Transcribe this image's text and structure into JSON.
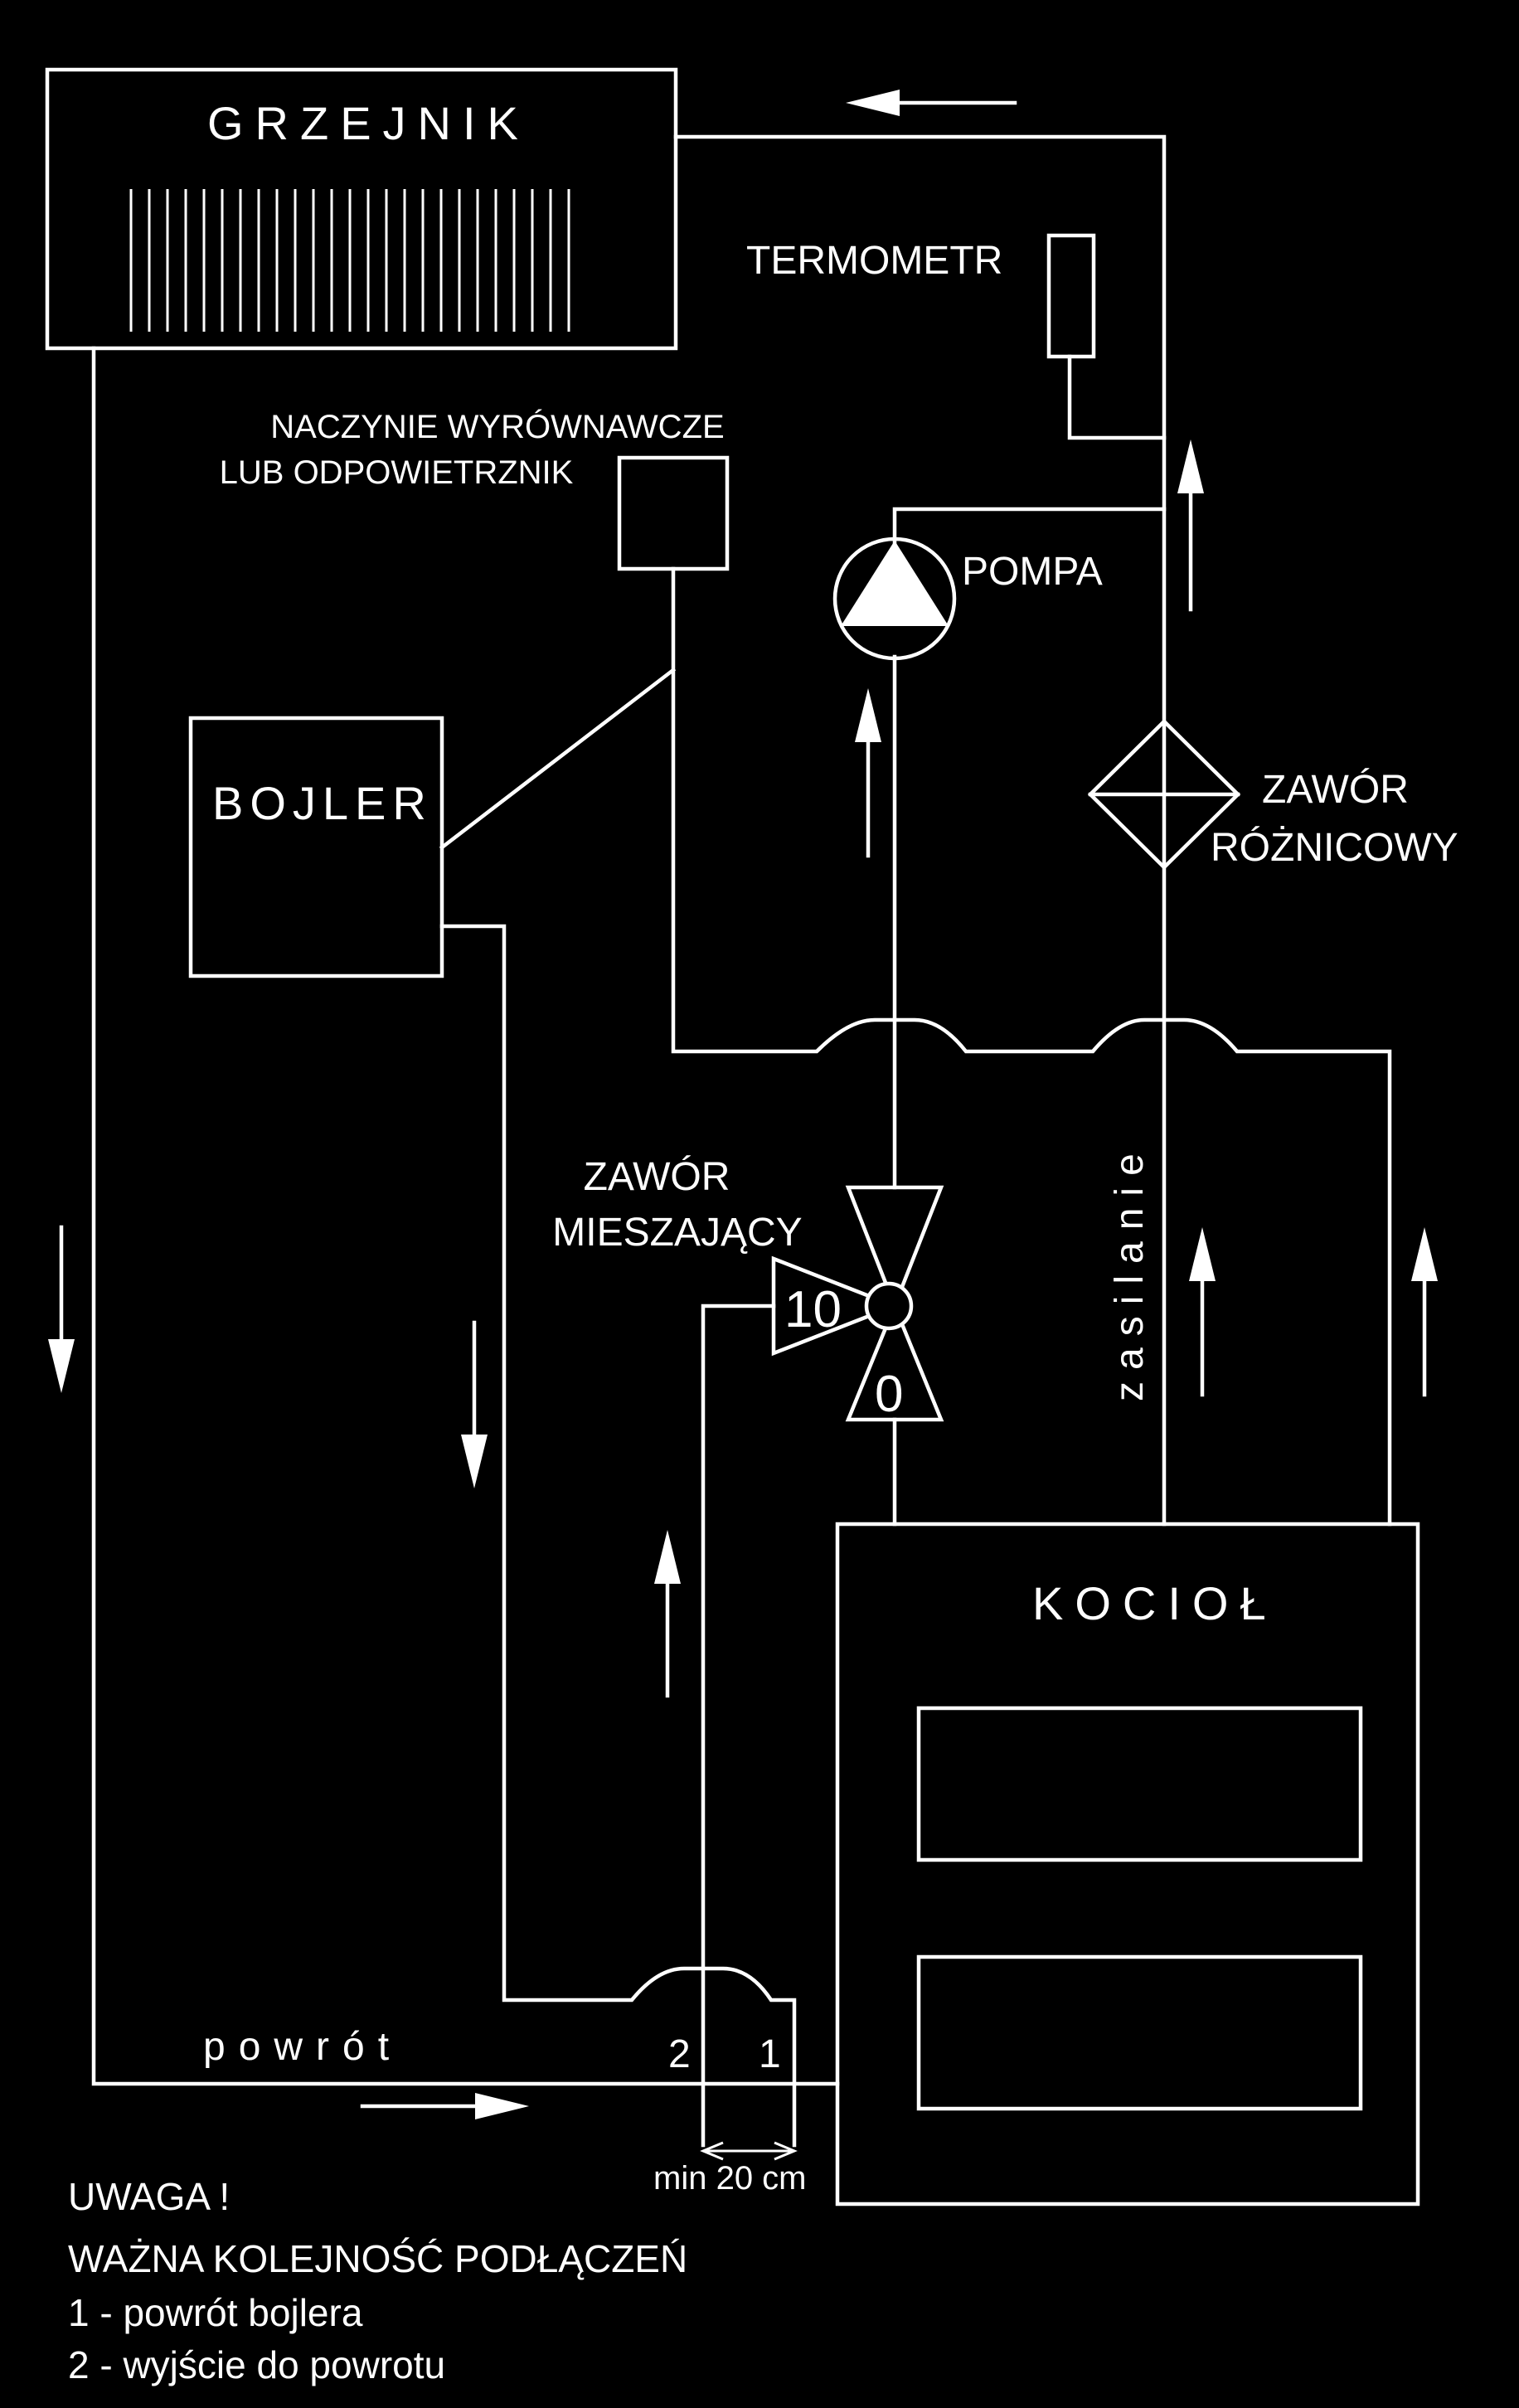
{
  "components": {
    "radiator": "GRZEJNIK",
    "thermometer": "TERMOMETR",
    "expansion_vessel": [
      "NACZYNIE WYRÓWNAWCZE",
      "LUB ODPOWIETRZNIK"
    ],
    "pump": "POMPA",
    "boiler_tank": "BOJLER",
    "differential_valve": [
      "ZAWÓR",
      "RÓŻNICOWY"
    ],
    "mixing_valve": [
      "ZAWÓR",
      "MIESZAJĄCY"
    ],
    "boiler": "KOCIOŁ"
  },
  "mixing_valve_ports": {
    "left": "10",
    "bottom": "0"
  },
  "pipe_labels": {
    "supply": "zasilanie",
    "return": "powrót"
  },
  "connection_numbers": {
    "left": "2",
    "right": "1"
  },
  "distance": "min 20 cm",
  "note": {
    "heading": "UWAGA !",
    "line1": "WAŻNA KOLEJNOŚĆ PODŁĄCZEŃ",
    "line2": "1 - powrót bojlera",
    "line3": "2 - wyjście do powrotu"
  },
  "colors": {
    "background": "#000000",
    "foreground": "#ffffff"
  }
}
